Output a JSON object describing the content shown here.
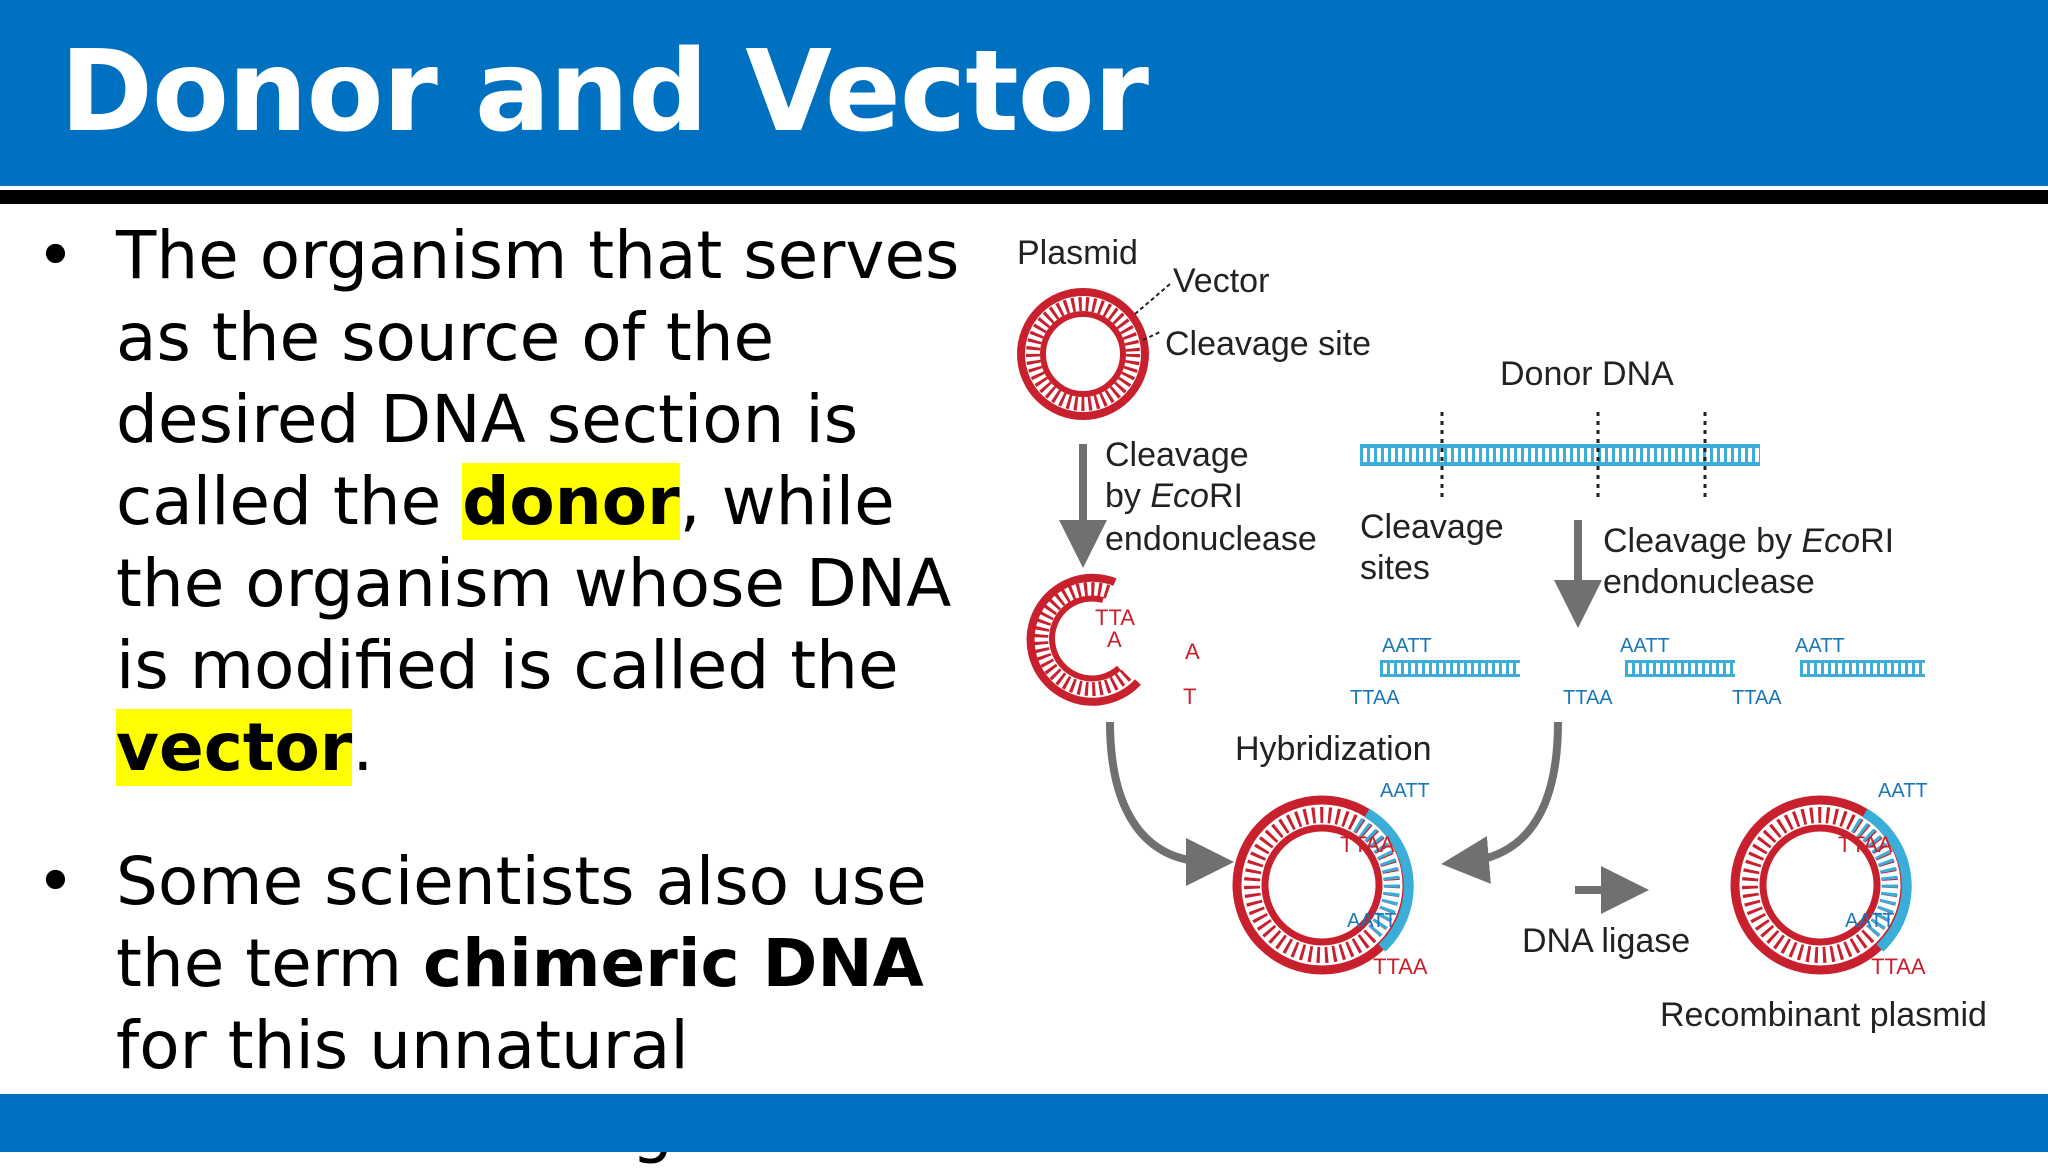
{
  "slide": {
    "title": "Donor and Vector"
  },
  "bullets": [
    {
      "t1": "The organism that serves as the source of the desired DNA section is called the ",
      "donor": "donor",
      "t2": ", while the organism whose DNA is modified is called the ",
      "vector": "vector",
      "t3": "."
    },
    {
      "t1": "Some scientists also use the term ",
      "bold": "chimeric DNA",
      "t2": " for this unnatural combination of genes"
    }
  ],
  "figure": {
    "plasmid": "Plasmid",
    "vector": "Vector",
    "cleavage_site": "Cleavage site",
    "donor_dna": "Donor DNA",
    "cleavage_l1": "Cleavage",
    "cleavage_l2a": "by ",
    "cleavage_l2b": "Eco",
    "cleavage_l2c": "RI",
    "cleavage_l3": "endonuclease",
    "sites_l1": "Cleavage",
    "sites_l2": "sites",
    "cleavage_donor_a": "Cleavage by ",
    "cleavage_donor_b": "Eco",
    "cleavage_donor_c": "RI",
    "cleavage_donor_l2": "endonuclease",
    "aatt": "AATT",
    "ttaa": "TTAA",
    "hybridization": "Hybridization",
    "dna_ligase": "DNA ligase",
    "recombinant": "Recombinant plasmid",
    "colors": {
      "plasmid": "#c8202c",
      "donor": "#3aaed8",
      "arrow": "#707070",
      "banner": "#0070c0",
      "highlight": "#ffff00"
    }
  }
}
